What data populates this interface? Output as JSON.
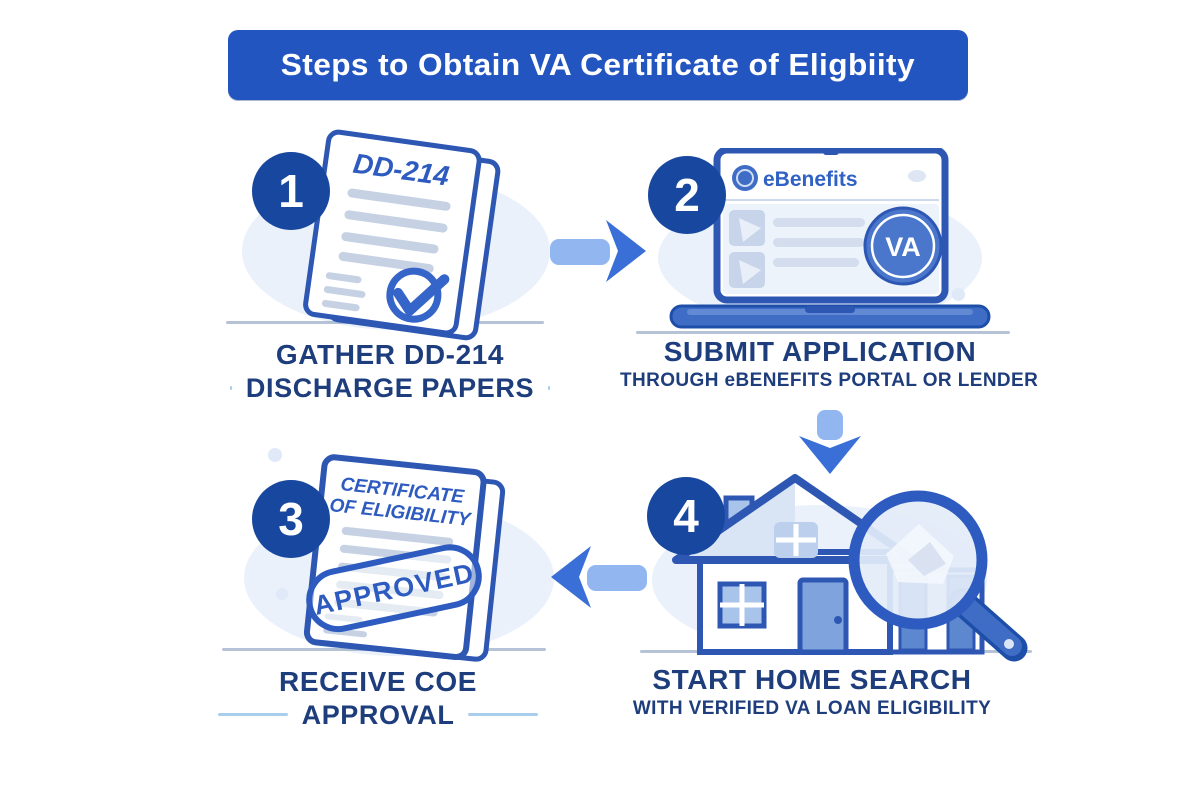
{
  "title": "Steps to Obtain VA Certificate of Eligbiity",
  "steps": [
    {
      "number": "1",
      "icon": "dd214-document-icon",
      "document_title": "DD-214",
      "caption_line1": "GATHER DD-214",
      "caption_line2": "DISCHARGE PAPERS"
    },
    {
      "number": "2",
      "icon": "laptop-ebenefits-icon",
      "screen_title": "eBenefits",
      "seal_text": "VA",
      "caption_line1": "SUBMIT APPLICATION",
      "caption_line2": "THROUGH eBENEFITS PORTAL OR LENDER"
    },
    {
      "number": "3",
      "icon": "certificate-approved-icon",
      "document_title_line1": "CERTIFICATE",
      "document_title_line2": "OF ELIGIBILITY",
      "stamp_text": "APPROVED",
      "caption_line1": "RECEIVE COE",
      "caption_line2": "APPROVAL"
    },
    {
      "number": "4",
      "icon": "house-search-icon",
      "caption_line1": "START HOME SEARCH",
      "caption_line2": "WITH VERIFIED VA LOAN ELIGIBILITY"
    }
  ],
  "colors": {
    "banner_blue": "#2355c1",
    "badge_blue": "#17479e",
    "caption_navy": "#1e3d7c",
    "outline_blue": "#2d57b3",
    "accent_blue": "#2e5bbf",
    "arrow_shaft": "#92b6f0",
    "arrow_head": "#3a6fd8",
    "light_fill": "#dbe6f7",
    "cloud": "#eaf1fb"
  }
}
